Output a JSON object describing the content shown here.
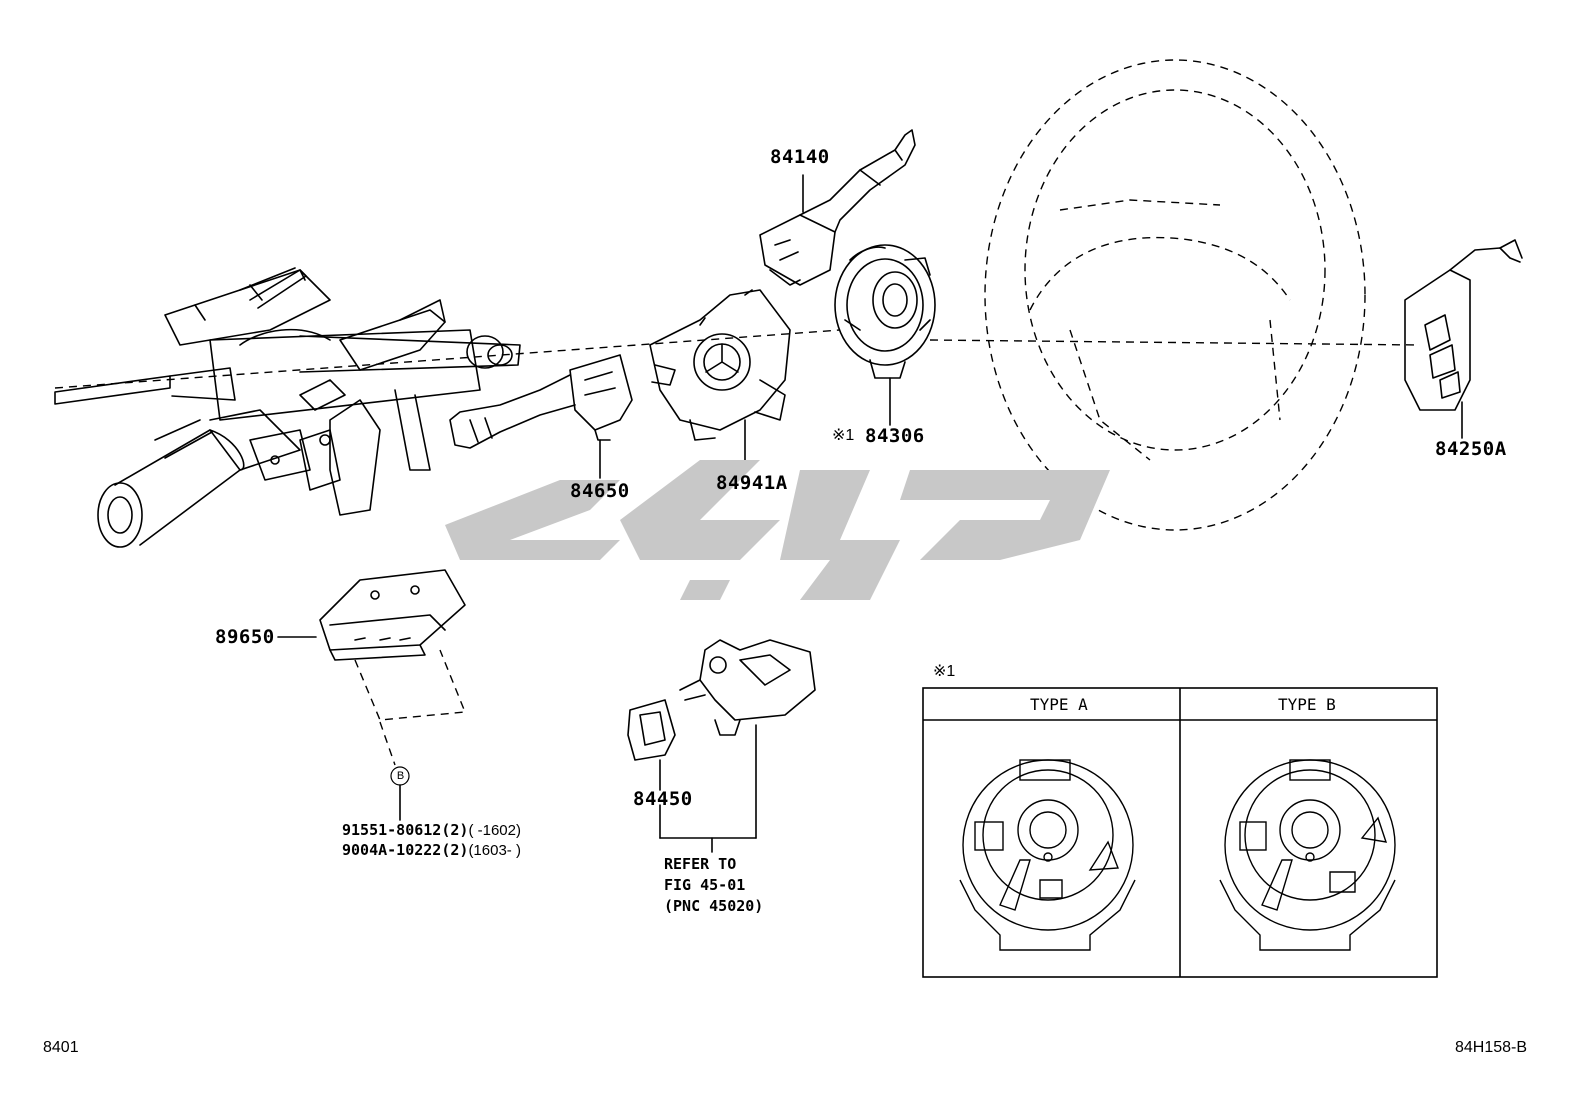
{
  "parts": {
    "p84140": "84140",
    "p84306": "84306",
    "p84306_mark": "※1",
    "p84650": "84650",
    "p84941A": "84941A",
    "p84250A": "84250A",
    "p89650": "89650",
    "p84450": "84450",
    "ref_b": "B"
  },
  "fasteners": {
    "line1_part": "91551-80612(2)",
    "line1_range": "(      -1602)",
    "line2_part": "9004A-10222(2)",
    "line2_range": "(1603-      )"
  },
  "refer": {
    "line1": "REFER TO",
    "line2": "FIG 45-01",
    "line3": "(PNC 45020)"
  },
  "inset": {
    "mark": "※1",
    "type_a": "TYPE A",
    "type_b": "TYPE B"
  },
  "footer": {
    "left_code": "8401",
    "right_code": "84H158-B"
  },
  "colors": {
    "line": "#000000",
    "watermark": "#c8c8c8"
  }
}
